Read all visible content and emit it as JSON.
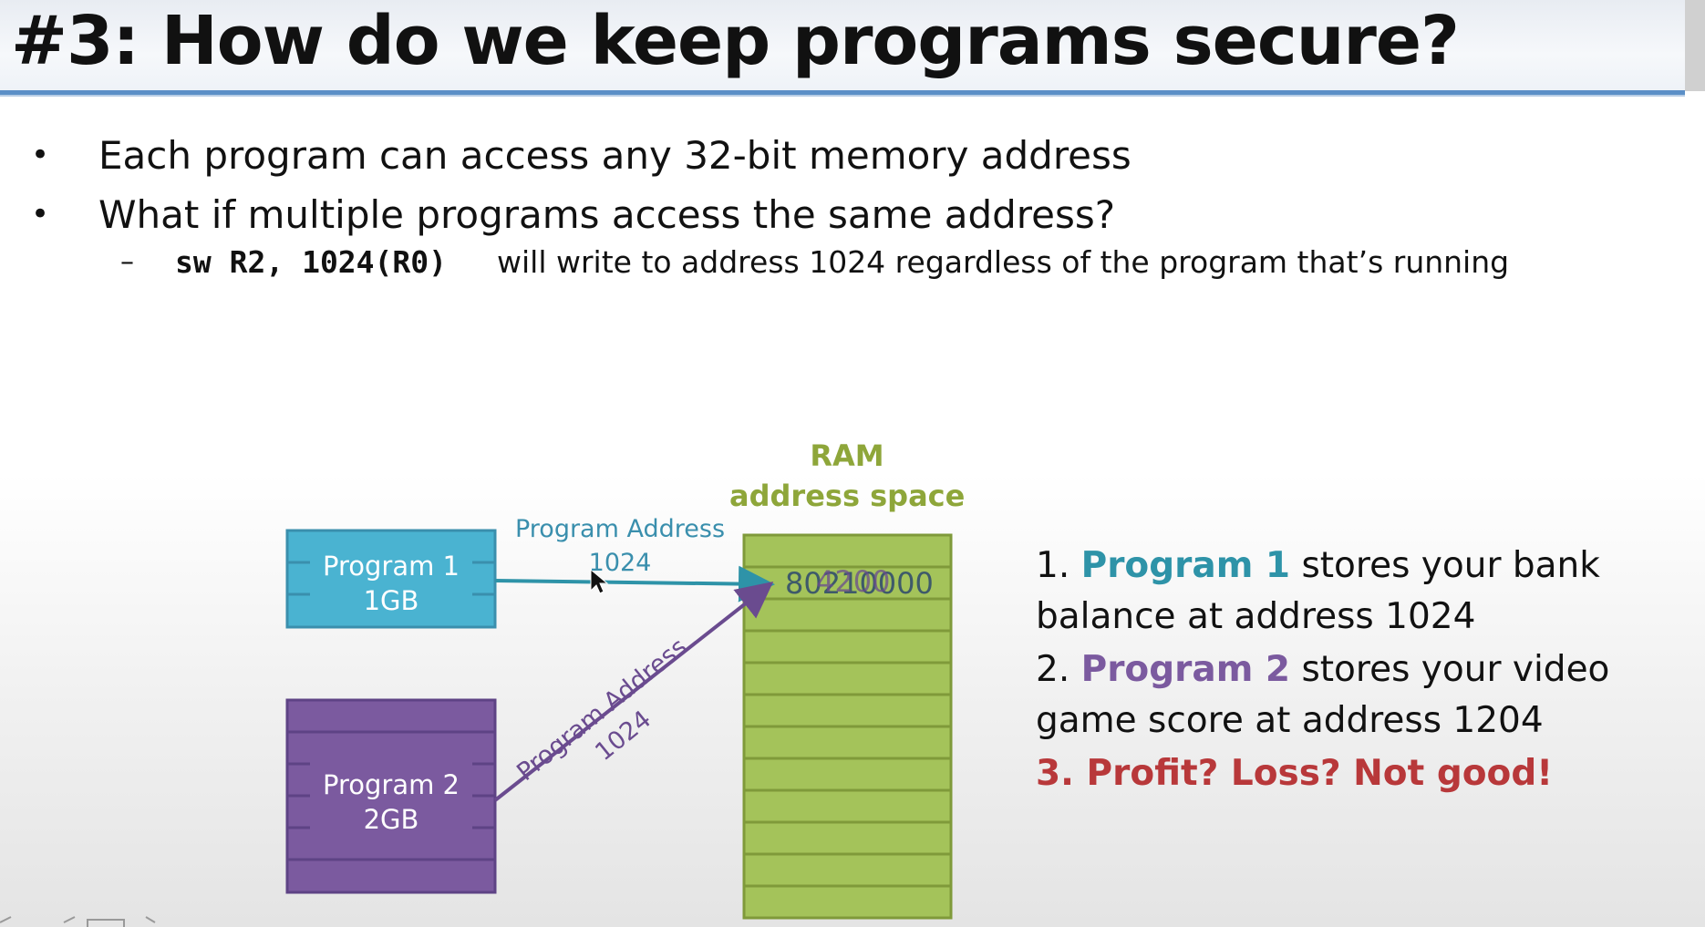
{
  "slide": {
    "title": "#3: How do we keep programs secure?",
    "bullets": [
      "Each program can access any 32-bit memory address",
      "What if multiple programs access the same address?"
    ],
    "sub_bullet": {
      "dash": "–",
      "code": "sw R2, 1024(R0)",
      "text": "will write to address 1024 regardless of the program that’s running"
    }
  },
  "diagram": {
    "program1": {
      "name": "Program 1",
      "size": "1GB",
      "color": "#4ab3d1"
    },
    "program2": {
      "name": "Program 2",
      "size": "2GB",
      "color": "#7b5a9f"
    },
    "ram": {
      "title_line1": "RAM",
      "title_line2": "address space",
      "color": "#a4c35a"
    },
    "arrow1_label": {
      "line1": "Program Address",
      "line2": "1024"
    },
    "arrow2_label": {
      "line1": "Program Address",
      "line2": "1024"
    },
    "cell_values": [
      "80210000",
      "4200"
    ]
  },
  "notes": {
    "line1a_num": "1. ",
    "line1a_hl": "Program 1",
    "line1a_rest": " stores your bank",
    "line1b": "balance at address 1024",
    "line2a_num": "2. ",
    "line2a_hl": "Program 2",
    "line2a_rest": " stores your video",
    "line2b": "game score at address 1204",
    "line3": "3. Profit? Loss? Not good!",
    "colors": {
      "program1": "#2e93a8",
      "program2": "#7b5a9f",
      "warning": "#b8383a"
    }
  }
}
